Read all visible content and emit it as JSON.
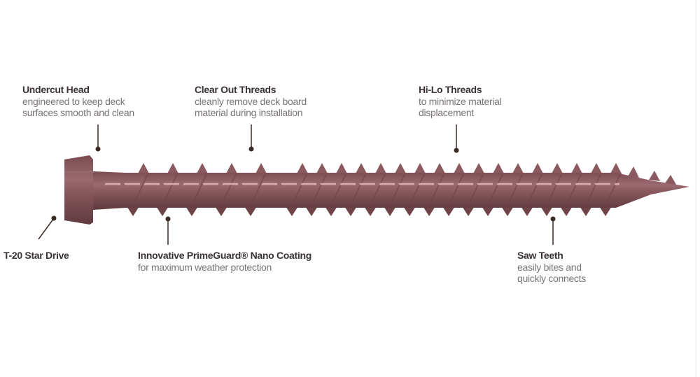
{
  "callouts": [
    {
      "title": "Undercut Head",
      "desc": [
        "engineered to keep deck",
        "surfaces smooth and clean"
      ]
    },
    {
      "title": "Clear Out Threads",
      "desc": [
        "cleanly remove deck board",
        "material during installation"
      ]
    },
    {
      "title": "Hi-Lo Threads",
      "desc": [
        "to minimize material",
        "displacement"
      ]
    },
    {
      "title": "T-20 Star Drive",
      "desc": []
    },
    {
      "title": "Innovative PrimeGuard® Nano Coating",
      "desc": [
        "for maximum weather protection"
      ]
    },
    {
      "title": "Saw Teeth",
      "desc": [
        "easily bites and",
        "quickly connects"
      ]
    }
  ],
  "colors": {
    "screw": "#8a5a60",
    "screw_dark": "#6e4449",
    "highlight": "#e6b8bc",
    "leader": "#3a2a26"
  }
}
